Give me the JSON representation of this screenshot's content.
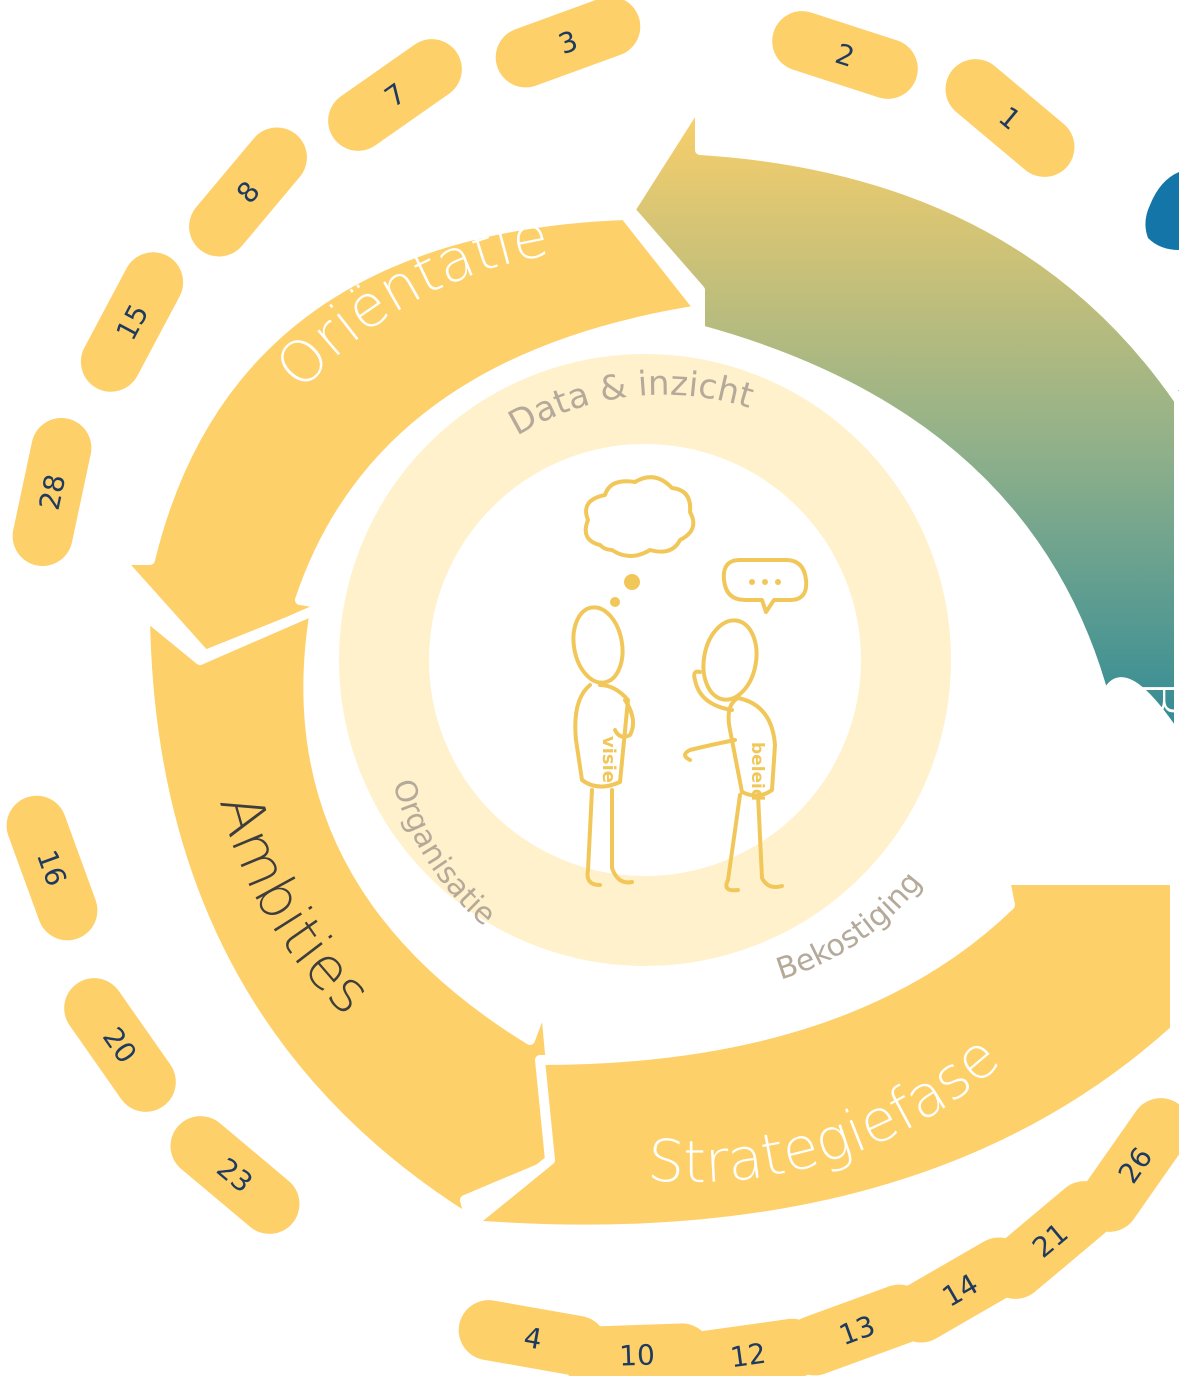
{
  "colors": {
    "arrow": "#fdd069",
    "inner_ring": "#fff1cc",
    "inner_text": "#b5a99a",
    "pill": "#fdd069",
    "pill_text": "#1f3a5f",
    "figure_line": "#f2c75a",
    "teal": "#2e8a96",
    "blue": "#1476a8",
    "white": "#ffffff"
  },
  "phases": {
    "orientatie": "Oriëntatie",
    "ambities": "Ambities",
    "strategiefase": "Strategiefase",
    "beheer_partial": "Beheer"
  },
  "inner_ring": {
    "data": "Data & inzicht",
    "organisatie": "Organisatie",
    "bekostiging": "Bekostiging"
  },
  "figure_labels": {
    "left_person": "visie",
    "right_person": "beleid",
    "speech": "..."
  },
  "pills": [
    "1",
    "2",
    "3",
    "7",
    "8",
    "15",
    "28",
    "16",
    "20",
    "23",
    "4",
    "10",
    "12",
    "13",
    "14",
    "21",
    "26"
  ]
}
